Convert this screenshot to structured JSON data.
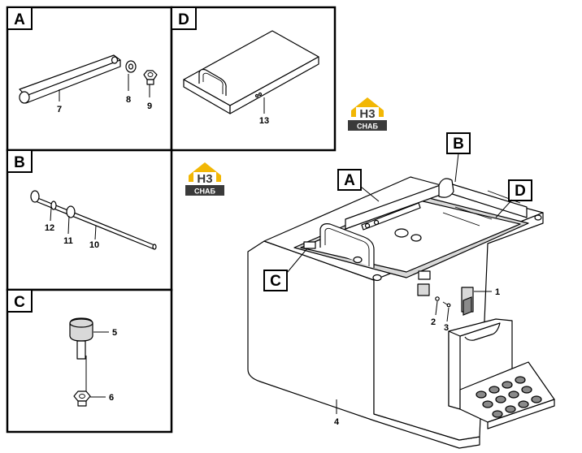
{
  "panels": {
    "A": {
      "letter": "A",
      "callouts": [
        "7",
        "8",
        "9"
      ]
    },
    "D": {
      "letter": "D",
      "callouts": [
        "13"
      ]
    },
    "B": {
      "letter": "B",
      "callouts": [
        "12",
        "11",
        "10"
      ]
    },
    "C": {
      "letter": "C",
      "callouts": [
        "5",
        "6"
      ]
    }
  },
  "main": {
    "letters": {
      "A": "A",
      "B": "B",
      "C": "C",
      "D": "D"
    },
    "callouts": {
      "p1": "1",
      "p2": "2",
      "p3": "3",
      "p4": "4"
    }
  },
  "logos": [
    {
      "mark": "H3",
      "label": "СНАБ"
    },
    {
      "mark": "H3",
      "label": "СНАБ"
    }
  ],
  "colors": {
    "logo_yellow": "#f2b705",
    "logo_dark": "#3a3a3a",
    "line": "#000000"
  }
}
